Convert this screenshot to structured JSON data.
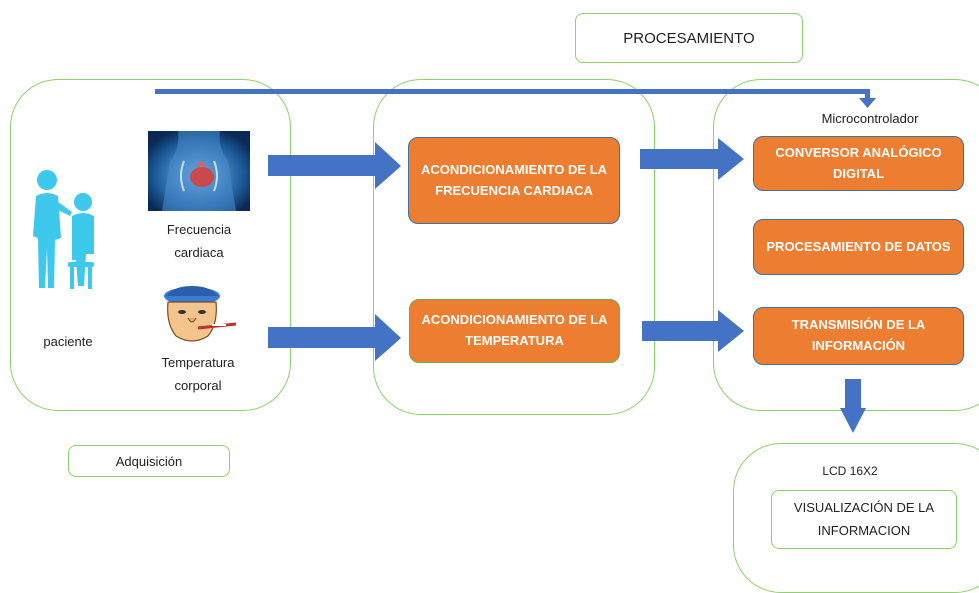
{
  "labels": {
    "procesamiento": "PROCESAMIENTO",
    "adquisicion": "Adquisición",
    "microcontrolador": "Microcontrolador",
    "lcd": "LCD 16X2"
  },
  "acquisition": {
    "paciente": "paciente",
    "frecuencia": "Frecuencia cardiaca",
    "temperatura": "Temperatura corporal"
  },
  "conditioning": {
    "frecuencia_box": "ACONDICIONAMIENTO DE LA FRECUENCIA CARDIACA",
    "temperatura_box": "ACONDICIONAMIENTO DE LA TEMPERATURA"
  },
  "micro": {
    "adc": "CONVERSOR ANALÓGICO DIGITAL",
    "procesamiento_datos": "PROCESAMIENTO DE DATOS",
    "transmision": "TRANSMISIÓN DE LA INFORMACIÓN"
  },
  "display": {
    "visualizacion": "VISUALIZACIÓN DE LA INFORMACION"
  },
  "colors": {
    "orange": "#ed7d31",
    "arrow_blue": "#4472c4",
    "frame_green": "#8fd16a",
    "patient_cyan": "#3dc8ec"
  },
  "icons": [
    "patient-doctor-icon",
    "heart-anatomy-image",
    "sick-man-thermometer-image"
  ]
}
